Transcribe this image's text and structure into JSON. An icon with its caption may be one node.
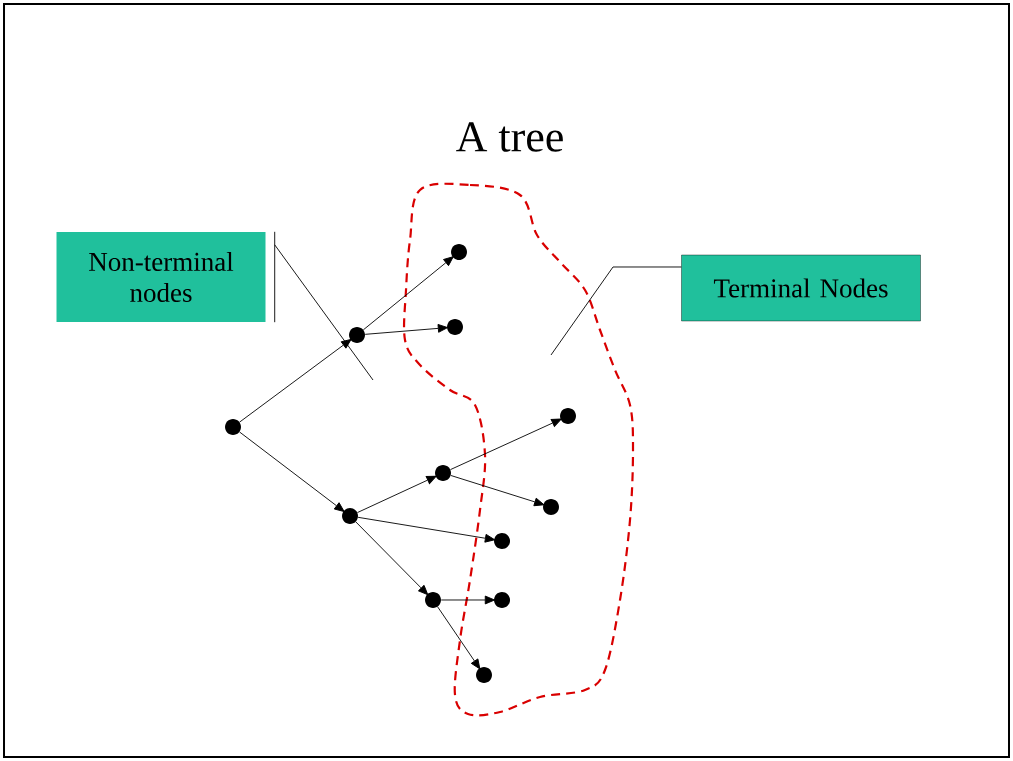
{
  "diagram": {
    "title": "A tree",
    "nodes": [
      {
        "text": [
          "Non-terminal nodes"
        ]
      },
      {
        "text": [
          "Terminal Nodes"
        ]
      },
      {
        "text": [],
        "shape": "cloud"
      },
      {
        "text": [],
        "shape": "circle"
      },
      {
        "text": [],
        "shape": "circle"
      },
      {
        "text": [],
        "shape": "circle"
      },
      {
        "text": [],
        "shape": "circle"
      },
      {
        "text": [],
        "shape": "circle"
      },
      {
        "text": [],
        "shape": "circle",
        "in": 2
      },
      {
        "text": [],
        "shape": "circle",
        "in": 2
      },
      {
        "text": [],
        "shape": "circle",
        "in": 2
      },
      {
        "text": [],
        "shape": "circle",
        "in": 2
      },
      {
        "text": [],
        "shape": "circle",
        "in": 2
      },
      {
        "text": [],
        "shape": "circle",
        "in": 2
      },
      {
        "text": [],
        "shape": "circle",
        "in": 2
      }
    ],
    "edges": [
      {
        "from": 3,
        "to": 4,
        "arrow": "to"
      },
      {
        "from": 3,
        "to": 5,
        "arrow": "to"
      },
      {
        "from": 4,
        "to": 8,
        "arrow": "to"
      },
      {
        "from": 4,
        "to": 9,
        "arrow": "to"
      },
      {
        "from": 5,
        "to": 6,
        "arrow": "to"
      },
      {
        "from": 5,
        "to": 12,
        "arrow": "to"
      },
      {
        "from": 5,
        "to": 7,
        "arrow": "to"
      },
      {
        "from": 6,
        "to": 10,
        "arrow": "to"
      },
      {
        "from": 6,
        "to": 11,
        "arrow": "to"
      },
      {
        "from": 7,
        "to": 13,
        "arrow": "to"
      },
      {
        "from": 7,
        "to": 14,
        "arrow": "to"
      },
      {
        "from": 0,
        "to": null,
        "arrow": "none"
      },
      {
        "from": 1,
        "to": null,
        "arrow": "none"
      }
    ]
  }
}
